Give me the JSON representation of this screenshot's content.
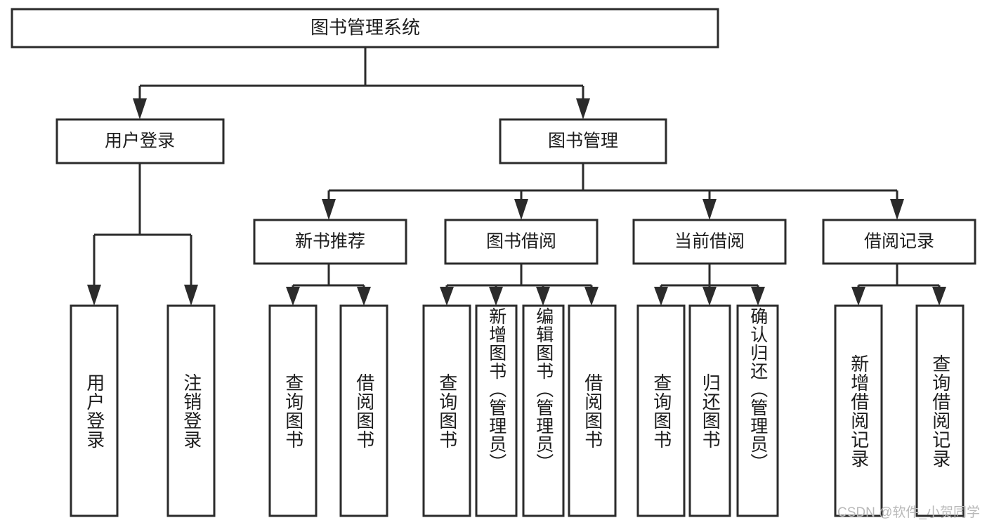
{
  "diagram": {
    "type": "tree",
    "title": "图书管理系统",
    "orientation": "top-down",
    "colors": {
      "box_stroke": "#2b2b2b",
      "box_fill": "#ffffff",
      "connector": "#2b2b2b",
      "text": "#1c1c1c",
      "background": "#ffffff",
      "watermark": "#b9b9b9"
    },
    "root": {
      "label": "图书管理系统"
    },
    "level2": [
      {
        "label": "用户登录"
      },
      {
        "label": "图书管理"
      }
    ],
    "level3": [
      {
        "label": "新书推荐"
      },
      {
        "label": "图书借阅"
      },
      {
        "label": "当前借阅"
      },
      {
        "label": "借阅记录"
      }
    ],
    "leaves": {
      "user_login": [
        {
          "label": "用户登录"
        },
        {
          "label": "注销登录"
        }
      ],
      "new_book_recommend": [
        {
          "label": "查询图书"
        },
        {
          "label": "借阅图书"
        }
      ],
      "book_borrow": [
        {
          "label": "查询图书"
        },
        {
          "label": "新增图书（管理员）"
        },
        {
          "label": "编辑图书（管理员）"
        },
        {
          "label": "借阅图书"
        }
      ],
      "current_borrow": [
        {
          "label": "查询图书"
        },
        {
          "label": "归还图书"
        },
        {
          "label": "确认归还（管理员）"
        }
      ],
      "borrow_record": [
        {
          "label": "新增借阅记录"
        },
        {
          "label": "查询借阅记录"
        }
      ]
    }
  },
  "watermark": {
    "text": "CSDN @软件_小贺同学"
  }
}
